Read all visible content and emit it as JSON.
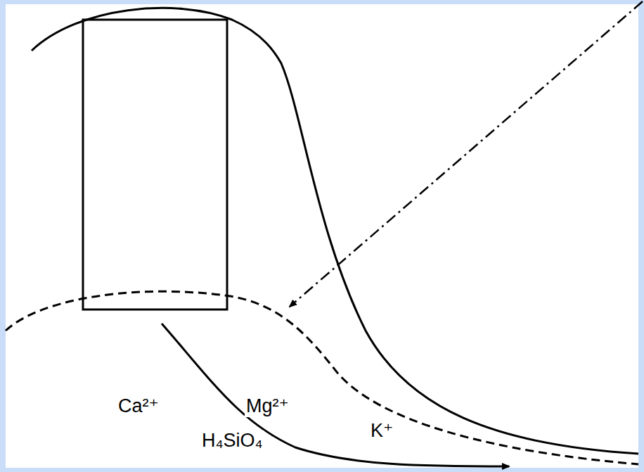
{
  "diagram": {
    "labels": [
      "Ca²⁺",
      "Mg²⁺",
      "H₄SiO₄",
      "K⁺"
    ]
  }
}
